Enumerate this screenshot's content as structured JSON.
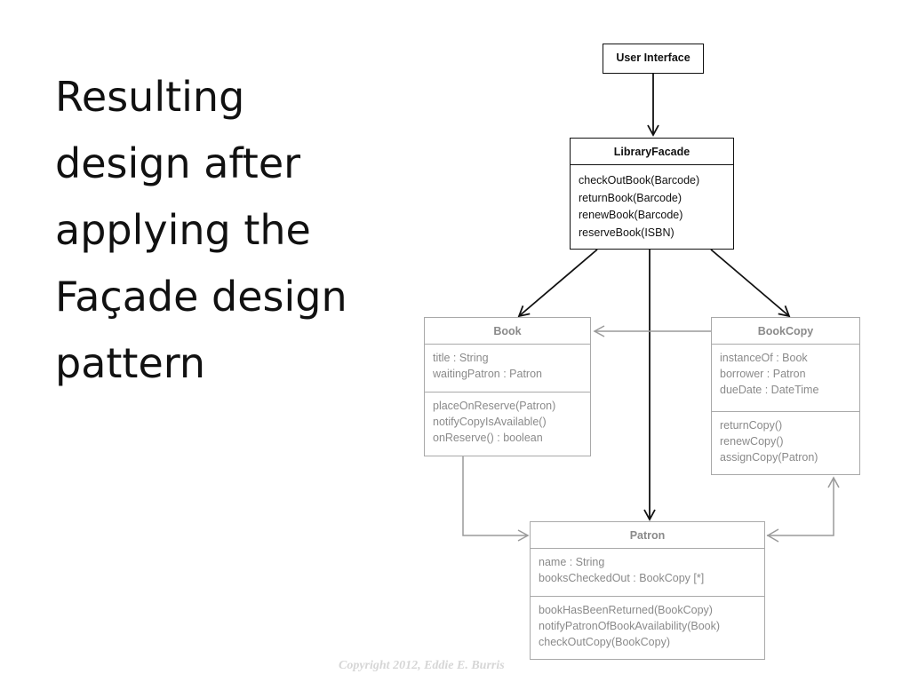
{
  "slide": {
    "title_lines": [
      "Resulting",
      "design after",
      "applying the",
      "Façade design",
      "pattern"
    ],
    "copyright": "Copyright 2012, Eddie E. Burris"
  },
  "diagram": {
    "user_interface": {
      "name": "User Interface"
    },
    "library_facade": {
      "name": "LibraryFacade",
      "methods": [
        "checkOutBook(Barcode)",
        "returnBook(Barcode)",
        "renewBook(Barcode)",
        "reserveBook(ISBN)"
      ]
    },
    "book": {
      "name": "Book",
      "attributes": [
        "title : String",
        "waitingPatron : Patron"
      ],
      "methods": [
        "placeOnReserve(Patron)",
        "notifyCopyIsAvailable()",
        "onReserve() : boolean"
      ]
    },
    "book_copy": {
      "name": "BookCopy",
      "attributes": [
        "instanceOf : Book",
        "borrower : Patron",
        "dueDate : DateTime"
      ],
      "methods": [
        "returnCopy()",
        "renewCopy()",
        "assignCopy(Patron)"
      ]
    },
    "patron": {
      "name": "Patron",
      "attributes": [
        "name : String",
        "booksCheckedOut : BookCopy [*]"
      ],
      "methods": [
        "bookHasBeenReturned(BookCopy)",
        "notifyPatronOfBookAvailability(Book)",
        "checkOutCopy(BookCopy)"
      ]
    },
    "colors": {
      "primary": "#111111",
      "faded": "#8a8a8a",
      "faded_border": "#a9a9a9"
    }
  }
}
